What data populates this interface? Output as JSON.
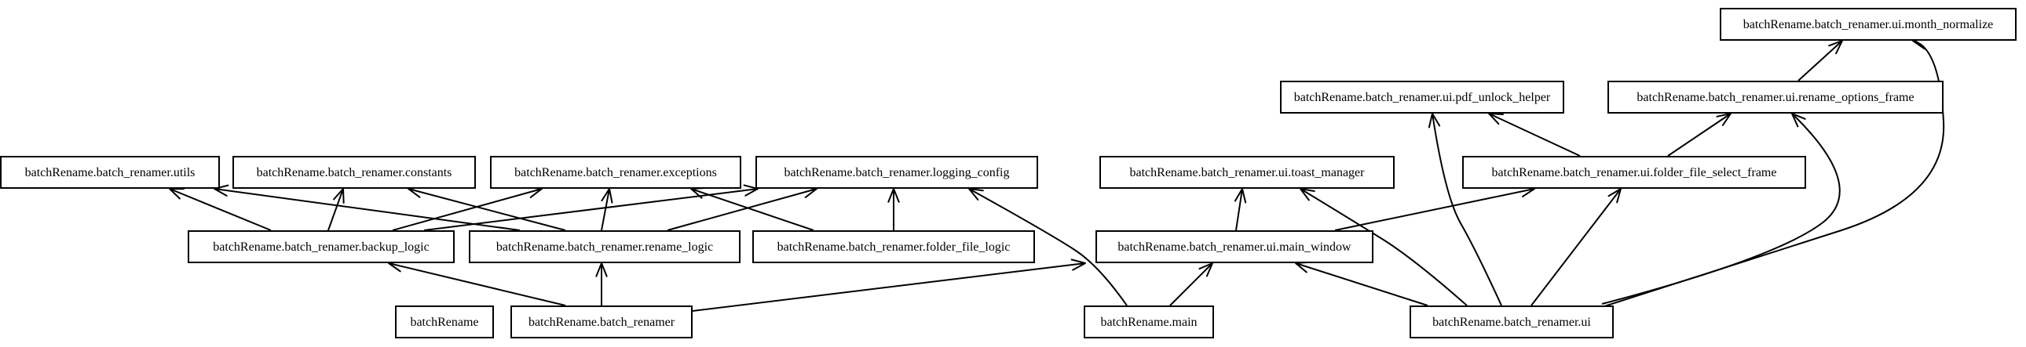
{
  "diagram": {
    "title": "",
    "nodes": [
      {
        "id": "month_normalize",
        "label": "batchRename.batch_renamer.ui.month_normalize"
      },
      {
        "id": "pdf_unlock_helper",
        "label": "batchRename.batch_renamer.ui.pdf_unlock_helper"
      },
      {
        "id": "rename_options_frame",
        "label": "batchRename.batch_renamer.ui.rename_options_frame"
      },
      {
        "id": "utils",
        "label": "batchRename.batch_renamer.utils"
      },
      {
        "id": "constants",
        "label": "batchRename.batch_renamer.constants"
      },
      {
        "id": "exceptions",
        "label": "batchRename.batch_renamer.exceptions"
      },
      {
        "id": "logging_config",
        "label": "batchRename.batch_renamer.logging_config"
      },
      {
        "id": "toast_manager",
        "label": "batchRename.batch_renamer.ui.toast_manager"
      },
      {
        "id": "folder_file_select_frame",
        "label": "batchRename.batch_renamer.ui.folder_file_select_frame"
      },
      {
        "id": "backup_logic",
        "label": "batchRename.batch_renamer.backup_logic"
      },
      {
        "id": "rename_logic",
        "label": "batchRename.batch_renamer.rename_logic"
      },
      {
        "id": "folder_file_logic",
        "label": "batchRename.batch_renamer.folder_file_logic"
      },
      {
        "id": "main_window",
        "label": "batchRename.batch_renamer.ui.main_window"
      },
      {
        "id": "batchRename",
        "label": "batchRename"
      },
      {
        "id": "batch_renamer",
        "label": "batchRename.batch_renamer"
      },
      {
        "id": "main",
        "label": "batchRename.main"
      },
      {
        "id": "ui",
        "label": "batchRename.batch_renamer.ui"
      }
    ],
    "edges": [
      {
        "from": "rename_options_frame",
        "to": "month_normalize"
      },
      {
        "from": "ui",
        "to": "month_normalize"
      },
      {
        "from": "folder_file_select_frame",
        "to": "pdf_unlock_helper"
      },
      {
        "from": "ui",
        "to": "pdf_unlock_helper"
      },
      {
        "from": "folder_file_select_frame",
        "to": "rename_options_frame"
      },
      {
        "from": "ui",
        "to": "rename_options_frame"
      },
      {
        "from": "backup_logic",
        "to": "utils"
      },
      {
        "from": "rename_logic",
        "to": "utils"
      },
      {
        "from": "backup_logic",
        "to": "constants"
      },
      {
        "from": "rename_logic",
        "to": "constants"
      },
      {
        "from": "backup_logic",
        "to": "exceptions"
      },
      {
        "from": "rename_logic",
        "to": "exceptions"
      },
      {
        "from": "folder_file_logic",
        "to": "exceptions"
      },
      {
        "from": "backup_logic",
        "to": "logging_config"
      },
      {
        "from": "rename_logic",
        "to": "logging_config"
      },
      {
        "from": "folder_file_logic",
        "to": "logging_config"
      },
      {
        "from": "main",
        "to": "logging_config"
      },
      {
        "from": "main_window",
        "to": "toast_manager"
      },
      {
        "from": "ui",
        "to": "toast_manager"
      },
      {
        "from": "main_window",
        "to": "folder_file_select_frame"
      },
      {
        "from": "ui",
        "to": "folder_file_select_frame"
      },
      {
        "from": "batch_renamer",
        "to": "backup_logic"
      },
      {
        "from": "batch_renamer",
        "to": "rename_logic"
      },
      {
        "from": "batch_renamer",
        "to": "main_window"
      },
      {
        "from": "main",
        "to": "main_window"
      },
      {
        "from": "ui",
        "to": "main_window"
      }
    ]
  }
}
